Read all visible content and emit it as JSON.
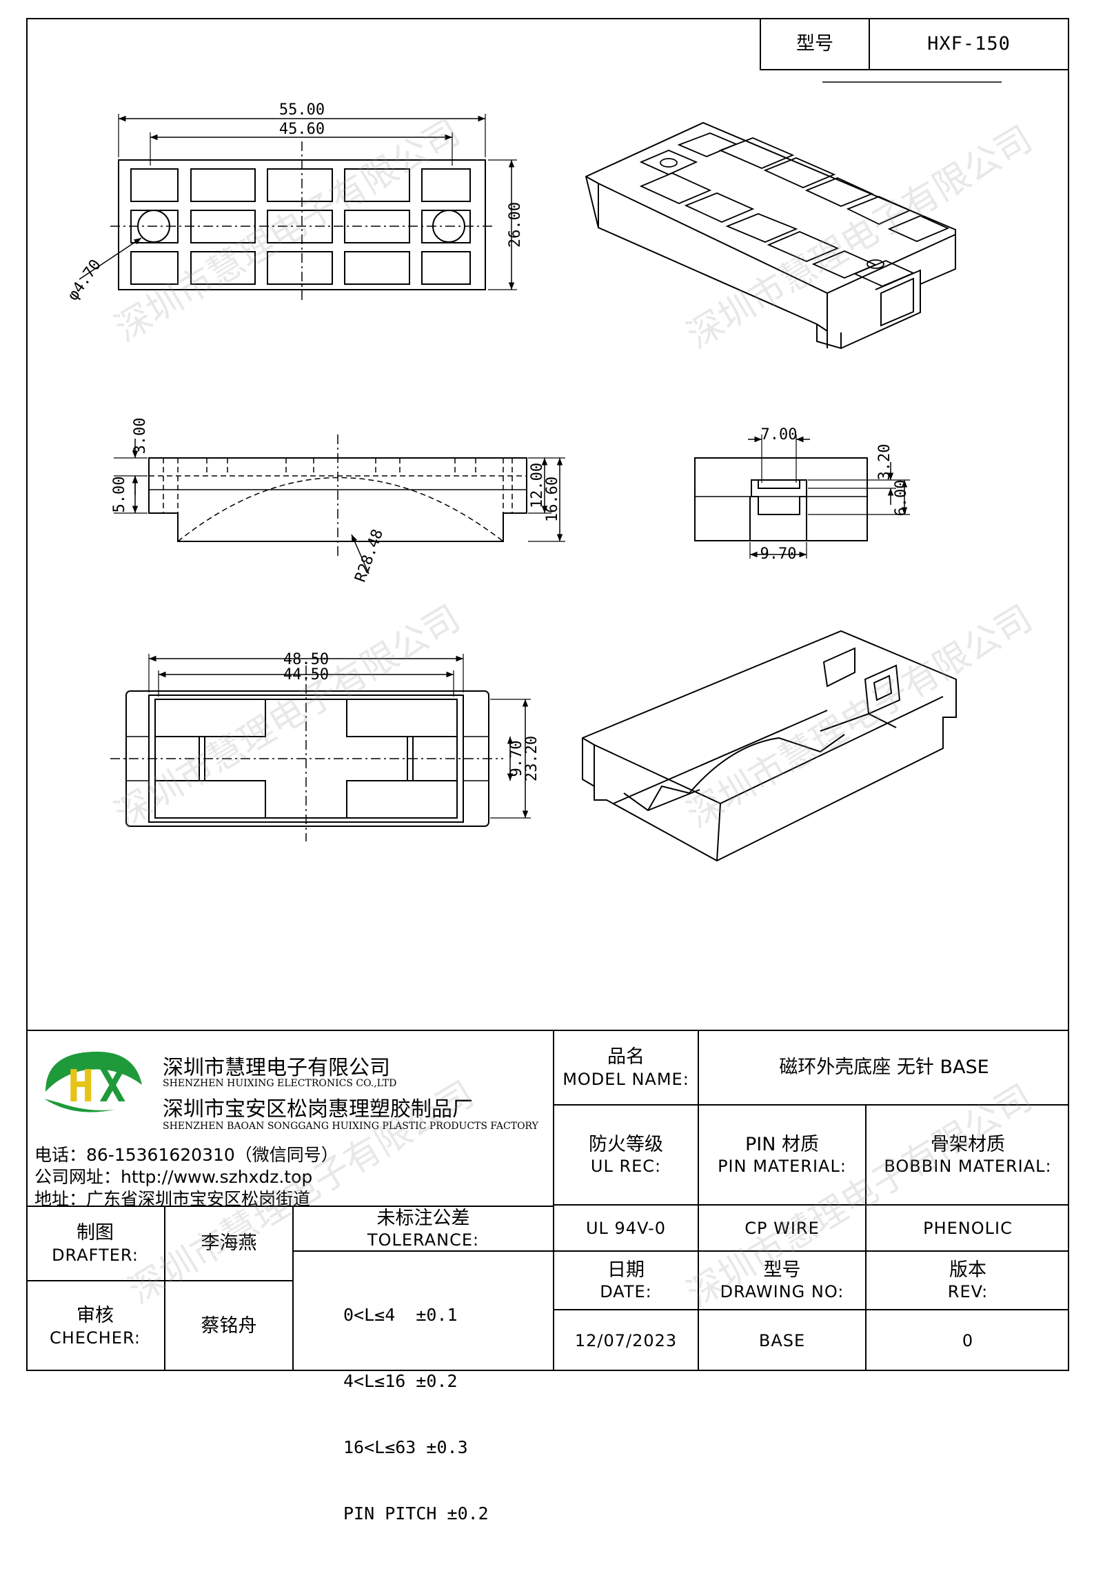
{
  "header": {
    "model_label": "型号",
    "model_value": "HXF-150"
  },
  "dims": {
    "top_outer_width": "55.00",
    "top_inner_width": "45.60",
    "top_height": "26.00",
    "hole_dia": "φ4.70",
    "side_top_step": "3.00",
    "side_left_height": "5.00",
    "side_inner_height": "12.00",
    "side_total_height": "16.60",
    "side_radius": "R28.48",
    "end_slot_width": "7.00",
    "end_slot_depth": "3.20",
    "end_slot_total": "6.00",
    "end_bottom_width": "9.70",
    "bottom_outer_width": "48.50",
    "bottom_inner_width": "44.50",
    "bottom_inner_height": "9.70",
    "bottom_outer_height": "23.20"
  },
  "company": {
    "name_cn": "深圳市慧理电子有限公司",
    "name_en": "SHENZHEN HUIXING ELECTRONICS CO.,LTD",
    "factory_cn": "深圳市宝安区松岗惠理塑胶制品厂",
    "factory_en": "SHENZHEN BAOAN SONGGANG HUIXING PLASTIC PRODUCTS FACTORY",
    "phone": "电话：86-15361620310（微信同号）",
    "website": "公司网址：http://www.szhxdz.top",
    "address": "地址：广东省深圳市宝安区松岗街道",
    "logo_text": "HX"
  },
  "title_block": {
    "model_name_cn": "品名",
    "model_name_en": "MODEL NAME:",
    "model_name_value": "磁环外壳底座 无针 BASE",
    "ul_rec_cn": "防火等级",
    "ul_rec_en": "UL REC:",
    "pin_mat_cn": "PIN 材质",
    "pin_mat_en": "PIN MATERIAL:",
    "bobbin_mat_cn": "骨架材质",
    "bobbin_mat_en": "BOBBIN MATERIAL:",
    "ul_value": "UL 94V-0",
    "pin_value": "CP WIRE",
    "bobbin_value": "PHENOLIC",
    "drafter_cn": "制图",
    "drafter_en": "DRAFTER:",
    "drafter_name": "李海燕",
    "checker_cn": "审核",
    "checker_en": "CHECHER:",
    "checker_name": "蔡铭舟",
    "tolerance_cn": "未标注公差",
    "tolerance_en": "TOLERANCE:",
    "tolerance_rows": [
      "0<L≤4  ±0.1",
      "4<L≤16 ±0.2",
      "16<L≤63 ±0.3",
      "PIN PITCH ±0.2"
    ],
    "date_cn": "日期",
    "date_en": "DATE:",
    "drawing_no_cn": "型号",
    "drawing_no_en": "DRAWING NO:",
    "rev_cn": "版本",
    "rev_en": "REV:",
    "date_value": "12/07/2023",
    "drawing_no_value": "BASE",
    "rev_value": "0"
  },
  "watermark": "深圳市慧理电子有限公司"
}
